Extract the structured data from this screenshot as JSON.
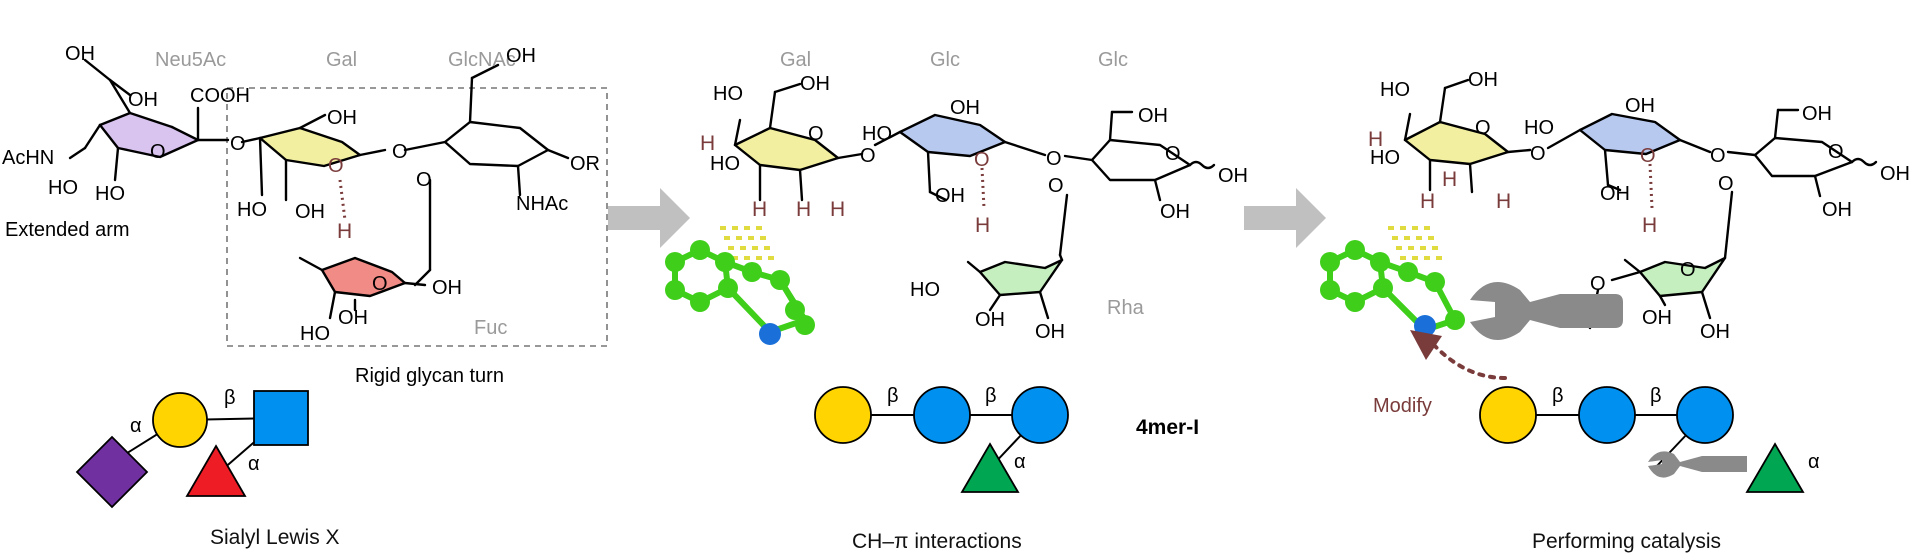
{
  "colors": {
    "galactose": "#f2f0a0",
    "glucose": "#b8c9f0",
    "neu5ac": "#d9c4ef",
    "fucose": "#f08b85",
    "rhamnose": "#c6efc0",
    "arrow": "#c0c0c0",
    "modify": "#7a3b3b",
    "symbol_yellow": "#ffd400",
    "symbol_blue": "#0090f0",
    "symbol_green": "#00a651",
    "symbol_red": "#ee1c25",
    "symbol_purple": "#7030a0",
    "indole_green": "#3fcf1a",
    "indole_blue": "#1a70d8",
    "dots": "#e0dc40",
    "wrench": "#8a8a8a"
  },
  "panel1": {
    "sugar_names": [
      "Neu5Ac",
      "Gal",
      "GlcNAc",
      "Fuc"
    ],
    "groups": [
      "OH",
      "OH",
      "COOH",
      "AcHN",
      "HO",
      "HO",
      "O",
      "OH",
      "O",
      "OH",
      "O",
      "OR",
      "HO",
      "OH",
      "NHAc",
      "O",
      "H",
      "O",
      "OH",
      "HO",
      "OH",
      "O"
    ],
    "extended_arm": "Extended arm",
    "rigid_turn": "Rigid glycan turn",
    "bond_labels": [
      "α",
      "β",
      "α"
    ],
    "caption": "Sialyl Lewis X"
  },
  "panel2": {
    "sugar_names": [
      "Gal",
      "Glc",
      "Glc",
      "Rha"
    ],
    "groups": [
      "HO",
      "OH",
      "H",
      "HO",
      "O",
      "H",
      "H",
      "H",
      "O",
      "HO",
      "OH",
      "O",
      "OH",
      "O",
      "HO",
      "OH",
      "O",
      "OH",
      "OH",
      "H",
      "O",
      "HO",
      "OH",
      "OH"
    ],
    "bond_labels": [
      "β",
      "β",
      "α"
    ],
    "name": "4mer-I",
    "caption": "CH–π interactions"
  },
  "panel3": {
    "groups": [
      "HO",
      "OH",
      "H",
      "HO",
      "O",
      "H",
      "H",
      "H",
      "O",
      "HO",
      "OH",
      "O",
      "OH",
      "O",
      "OH",
      "O",
      "OH",
      "OH",
      "H",
      "O",
      "O",
      "OH",
      "OH",
      "O"
    ],
    "modify": "Modify",
    "bond_labels": [
      "β",
      "β",
      "α"
    ],
    "caption": "Performing catalysis"
  }
}
